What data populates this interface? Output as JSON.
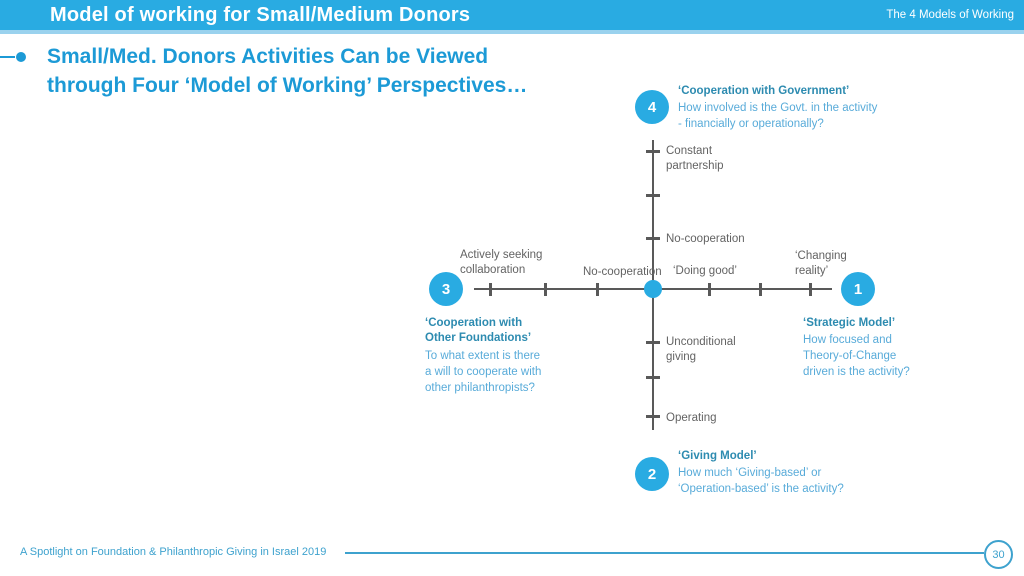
{
  "colors": {
    "accent": "#29ABE2",
    "accent_light": "#9AD2EE",
    "heading": "#1C9AD6",
    "model_title": "#2D8BB0",
    "body_blue": "#58ABD9",
    "gray": "#636363",
    "axis": "#595959",
    "footer": "#3EA2CE"
  },
  "header": {
    "title": "Model of working for Small/Medium Donors",
    "tag": "The 4 Models of Working"
  },
  "heading": {
    "line1": "Small/Med. Donors Activities Can be Viewed",
    "line2": "through Four ‘Model of Working’ Perspectives…"
  },
  "diagram": {
    "axis_labels": {
      "v_top_line1": "Constant",
      "v_top_line2": "partnership",
      "v_mid": "No-cooperation",
      "h_left_line1": "Actively seeking",
      "h_left_line2": "collaboration",
      "h_center": "No-cooperation",
      "h_right": "‘Doing good’",
      "h_far_right_line1": "‘Changing",
      "h_far_right_line2": "reality’",
      "v_bottom_line1": "Unconditional",
      "v_bottom_line2": "giving",
      "v_bottom2": "Operating"
    },
    "models": {
      "m4": {
        "num": "4",
        "title": "‘Cooperation with Government’",
        "desc1": "How involved is the Govt. in the activity",
        "desc2": "- financially or operationally?"
      },
      "m1": {
        "num": "1",
        "title": "‘Strategic Model’",
        "desc1": "How focused and",
        "desc2": "Theory-of-Change",
        "desc3": "driven is the activity?"
      },
      "m3": {
        "num": "3",
        "title1": "‘Cooperation with",
        "title2": "Other Foundations’",
        "desc1": "To what extent is there",
        "desc2": "a will to cooperate with",
        "desc3": "other philanthropists?"
      },
      "m2": {
        "num": "2",
        "title": "‘Giving Model’",
        "desc1": "How much ‘Giving-based’ or",
        "desc2": "‘Operation-based’ is the activity?"
      }
    }
  },
  "footer": {
    "text": "A Spotlight on Foundation & Philanthropic Giving in Israel 2019",
    "page": "30"
  }
}
